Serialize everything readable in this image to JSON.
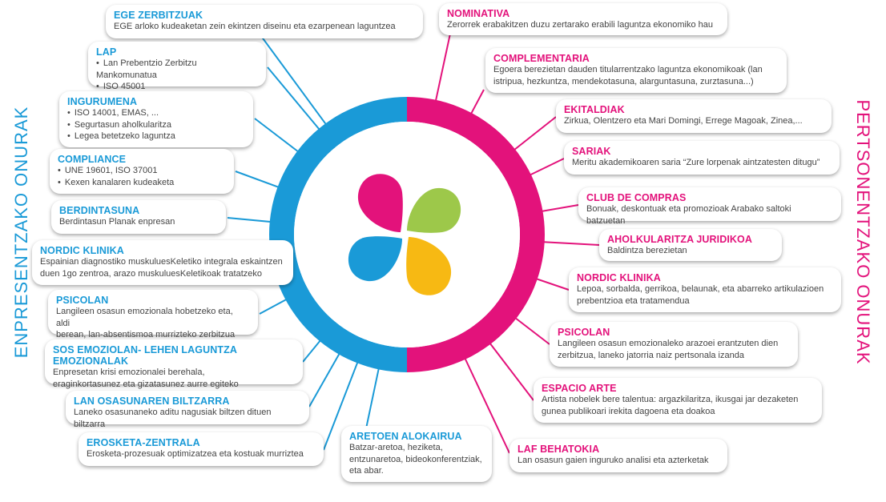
{
  "colors": {
    "blue": "#1a9ad7",
    "pink": "#e3127b",
    "green": "#9dc84a",
    "yellow": "#f7b913"
  },
  "side_labels": {
    "left": "ENPRESENTZAKO ONURAK",
    "right": "PERTSONENTZAKO ONURAK"
  },
  "left_cards": [
    {
      "title": "EGE  ZERBITZUAK",
      "lines": [
        "EGE arloko kudeaketan zein ekintzen diseinu eta ezarpenean laguntzea"
      ],
      "bullets": false
    },
    {
      "title": "LAP",
      "lines": [
        "Lan Prebentzio Zerbitzu Mankomunatua",
        "ISO 45001"
      ],
      "bullets": true
    },
    {
      "title": "INGURUMENA",
      "lines": [
        "ISO 14001, EMAS, ...",
        "Segurtasun aholkularitza",
        "Legea betetzeko laguntza"
      ],
      "bullets": true
    },
    {
      "title": "COMPLIANCE",
      "lines": [
        "UNE 19601, ISO 37001",
        "Kexen kanalaren kudeaketa"
      ],
      "bullets": true
    },
    {
      "title": "BERDINTASUNA",
      "lines": [
        "Berdintasun Planak enpresan"
      ],
      "bullets": false
    },
    {
      "title": "NORDIC KLINIKA",
      "lines": [
        "Espainian diagnostiko muskuluesKeletiko integrala eskaintzen",
        "duen 1go zentroa, arazo muskuluesKeletikoak tratatzeko"
      ],
      "bullets": false
    },
    {
      "title": "PSICOLAN",
      "lines": [
        "Langileen osasun emozionala hobetzeko eta, aldi",
        "berean, lan-absentismoa murrizteko zerbitzua"
      ],
      "bullets": false
    },
    {
      "title": "SOS EMOZIOLAN- Lehen laguntza emozionalak",
      "lines": [
        "Enpresetan krisi emozionalei berehala,",
        "eraginkortasunez eta gizatasunez aurre egiteko"
      ],
      "bullets": false
    },
    {
      "title": "LAN OSASUNAREN BILTZARRA",
      "lines": [
        "Laneko osasunaneko aditu nagusiak biltzen dituen biltzarra"
      ],
      "bullets": false
    },
    {
      "title": "EROSKETA-ZENTRALA",
      "lines": [
        "Erosketa-prozesuak optimizatzea eta kostuak murriztea"
      ],
      "bullets": false
    },
    {
      "title": "ARETOEN ALOKAIRUA",
      "lines": [
        "Batzar-aretoa, heziketa,",
        "entzunaretoa, bideokonferentziak,",
        "eta abar."
      ],
      "bullets": false
    }
  ],
  "right_cards": [
    {
      "title": "NOMINATIVA",
      "lines": [
        "Zerorrek erabakitzen duzu zertarako erabili laguntza ekonomiko hau"
      ]
    },
    {
      "title": "COMPLEMENTARIA",
      "lines": [
        "Egoera berezietan dauden titularrentzako laguntza ekonomikoak (lan",
        "istripua, hezkuntza, mendekotasuna, alarguntasuna, zurztasuna...)"
      ]
    },
    {
      "title": "EKITALDIAK",
      "lines": [
        "Zirkua, Olentzero eta Mari Domingi, Errege Magoak, Zinea,..."
      ]
    },
    {
      "title": "SARIAK",
      "lines": [
        "Meritu akademikoaren saria “Zure lorpenak aintzatesten ditugu”"
      ]
    },
    {
      "title": "CLUB DE COMPRAS",
      "lines": [
        "Bonuak, deskontuak eta promozioak Arabako saltoki batzuetan"
      ]
    },
    {
      "title": "AHOLKULARITZA JURIDIKOA",
      "lines": [
        "Baldintza berezietan"
      ]
    },
    {
      "title": "NORDIC KLINIKA",
      "lines": [
        "Lepoa, sorbalda, gerrikoa, belaunak, eta abarreko artikulazioen",
        "prebentzioa eta tratamendua"
      ]
    },
    {
      "title": "PSICOLAN",
      "lines": [
        "Langileen osasun emozionaleko arazoei erantzuten dien",
        "zerbitzua, laneko jatorria naiz pertsonala izanda"
      ]
    },
    {
      "title": "ESPACIO ARTE",
      "lines": [
        "Artista nobelek bere talentua: argazkilaritza, ikusgai jar dezaketen",
        "gunea publikoari irekita dagoena eta doakoa"
      ]
    },
    {
      "title": "LaF BEHATOKIA",
      "lines": [
        "Lan osasun gaien inguruko analisi eta azterketak"
      ]
    }
  ]
}
